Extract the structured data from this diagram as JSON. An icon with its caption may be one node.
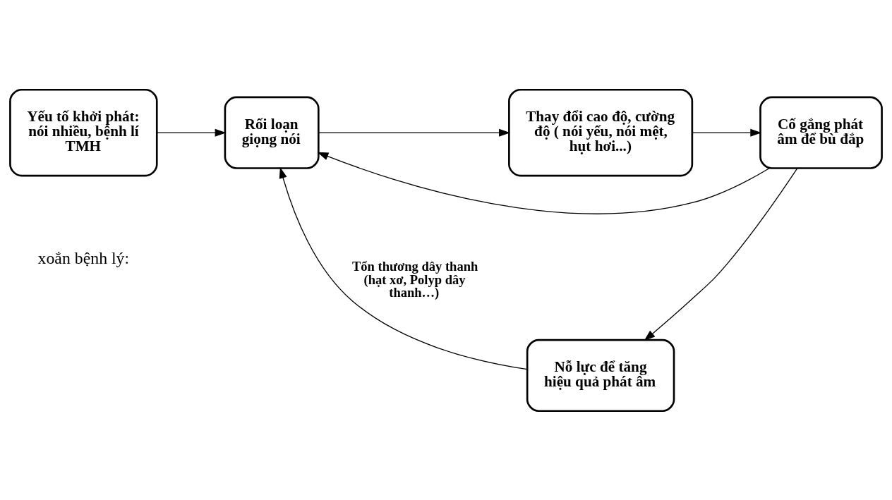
{
  "diagram": {
    "nodes": [
      {
        "text": [
          "Yếu tố khởi phát: nói nhiều, bệnh lí TMH"
        ]
      },
      {
        "text": [
          "Rối loạn giọng nói"
        ]
      },
      {
        "text": [
          "Thay đổi cao độ, cường độ ( nói yếu, nói mệt, hụt hơi...)"
        ]
      },
      {
        "text": [
          "Cố gắng phát âm để bù đắp"
        ]
      },
      {
        "text": [
          "Nỗ lực để tăng hiệu quả phát âm"
        ]
      }
    ],
    "edges": [
      {
        "from": 0,
        "to": 1,
        "arrow": "to"
      },
      {
        "from": 1,
        "to": 2,
        "arrow": "to"
      },
      {
        "from": 2,
        "to": 3,
        "arrow": "to"
      },
      {
        "from": 3,
        "to": 1,
        "arrow": "to"
      },
      {
        "from": 3,
        "to": 4,
        "arrow": "to"
      },
      {
        "from": 4,
        "to": 1,
        "arrow": "to",
        "label": "Tổn thương dây thanh (hạt xơ, Polyp dây thanh…)"
      }
    ],
    "labels": [
      "xoắn bệnh lý:"
    ]
  }
}
